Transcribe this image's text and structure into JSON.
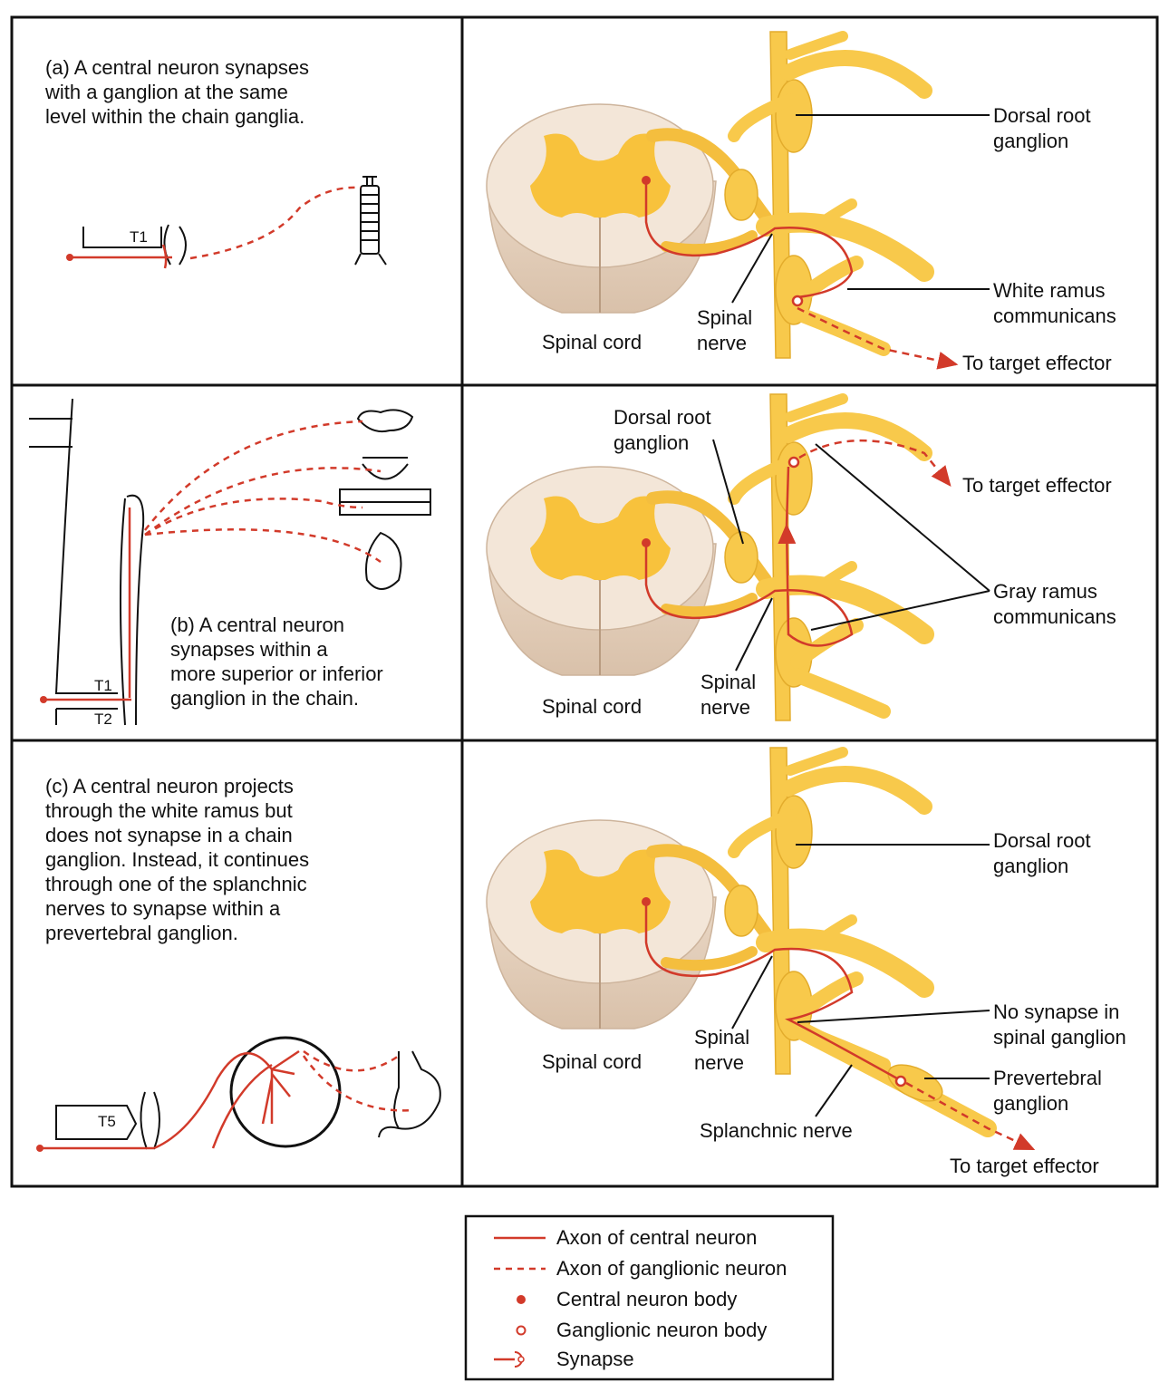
{
  "colors": {
    "axon": "#d23a2a",
    "nerve_fill": "#f8c94b",
    "nerve_stroke": "#e3ac2c",
    "cord_fill": "#f2e4d6",
    "gray_matter": "#f8c23c",
    "frame": "#111111"
  },
  "panel_a": {
    "caption": "(a) A central neuron synapses\n      with a ganglion at the same\n      level within the chain ganglia.",
    "level_label": "T1",
    "label_drg": "Dorsal root\nganglion",
    "label_white_ramus": "White ramus\ncommunicans",
    "label_spinal_cord": "Spinal cord",
    "label_spinal_nerve": "Spinal\nnerve",
    "label_target": "To target effector"
  },
  "panel_b": {
    "caption": "(b) A central neuron\n      synapses within a\n      more superior or inferior\n      ganglion in the chain.",
    "level_label_1": "T1",
    "level_label_2": "T2",
    "label_drg": "Dorsal root\nganglion",
    "label_target": "To target effector",
    "label_gray_ramus": "Gray ramus\ncommunicans",
    "label_spinal_cord": "Spinal cord",
    "label_spinal_nerve": "Spinal\nnerve"
  },
  "panel_c": {
    "caption": "(c) A central neuron projects\n      through the white ramus but\n      does not synapse in a chain\n      ganglion. Instead, it continues\n      through one of the splanchnic\n      nerves to synapse within a\n      prevertebral ganglion.",
    "level_label": "T5",
    "label_drg": "Dorsal root\nganglion",
    "label_no_synapse": "No synapse in\nspinal ganglion",
    "label_prevertebral": "Prevertebral\nganglion",
    "label_spinal_cord": "Spinal cord",
    "label_spinal_nerve": "Spinal\nnerve",
    "label_splanchnic": "Splanchnic nerve",
    "label_target": "To target effector"
  },
  "legend": {
    "items": [
      {
        "symbol": "solid-line",
        "label": "Axon of central neuron"
      },
      {
        "symbol": "dashed-line",
        "label": "Axon of ganglionic neuron"
      },
      {
        "symbol": "filled-dot",
        "label": "Central neuron body"
      },
      {
        "symbol": "open-dot",
        "label": "Ganglionic neuron body"
      },
      {
        "symbol": "synapse",
        "label": "Synapse"
      }
    ]
  }
}
